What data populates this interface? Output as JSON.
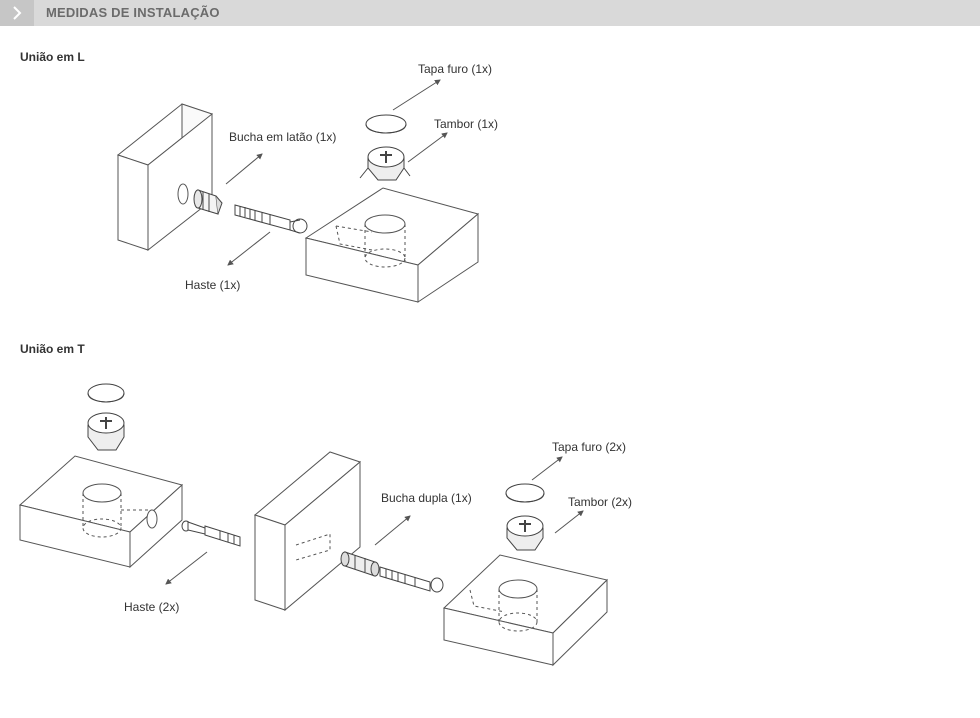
{
  "header": {
    "title": "MEDIDAS DE INSTALAÇÃO",
    "icon": "chevron-right-icon"
  },
  "section_l": {
    "title": "União em L",
    "labels": {
      "tapa_furo": "Tapa furo (1x)",
      "tambor": "Tambor (1x)",
      "bucha": "Bucha em latão (1x)",
      "haste": "Haste (1x)"
    }
  },
  "section_t": {
    "title": "União em T",
    "labels": {
      "tapa_furo": "Tapa furo (2x)",
      "tambor": "Tambor (2x)",
      "bucha": "Bucha dupla (1x)",
      "haste": "Haste (2x)"
    }
  }
}
